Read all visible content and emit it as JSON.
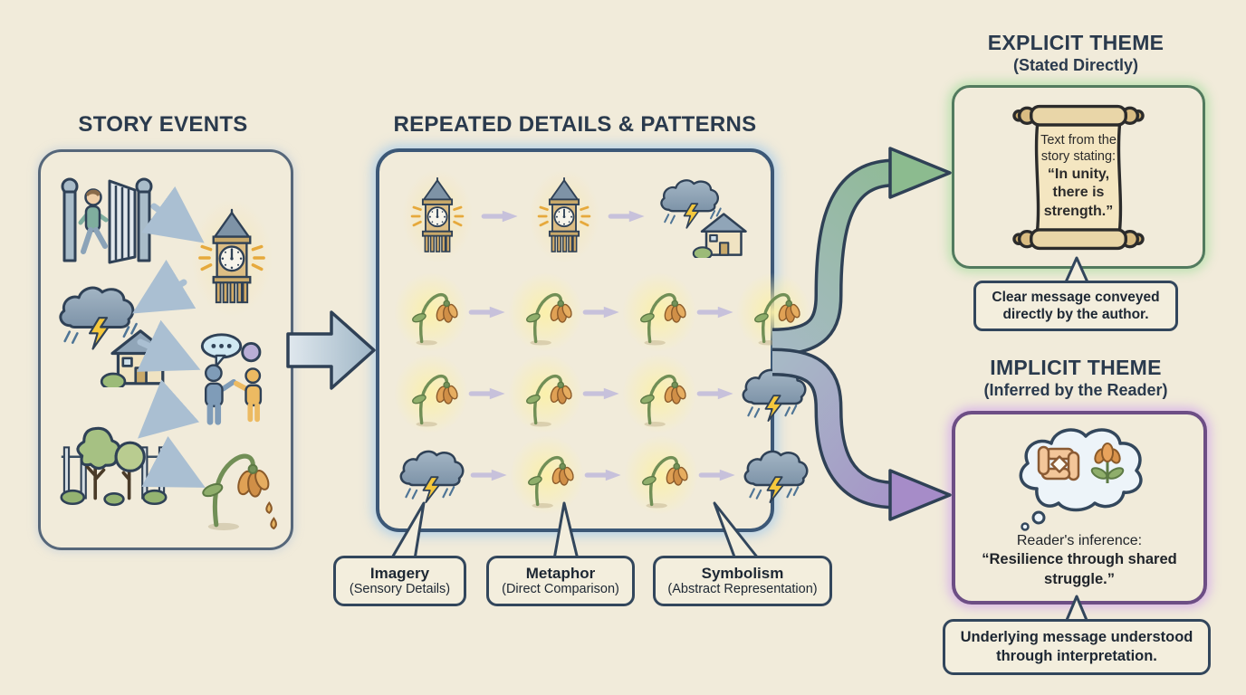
{
  "left_panel": {
    "title": "STORY EVENTS",
    "sequence_icons": [
      "walker-gate",
      "clock-tower",
      "storm-house",
      "talking-people",
      "trees-fence",
      "wilted-flower"
    ]
  },
  "middle_panel": {
    "title": "REPEATED DETAILS & PATTERNS",
    "grid": [
      [
        "clock-tower",
        "clock-tower",
        "storm-house"
      ],
      [
        "wilted-flower",
        "wilted-flower",
        "wilted-flower",
        "wilted-flower"
      ],
      [
        "wilted-flower",
        "wilted-flower",
        "wilted-flower",
        "storm-cloud"
      ],
      [
        "storm-cloud",
        "wilted-flower",
        "wilted-flower",
        "storm-cloud"
      ]
    ],
    "labels": [
      {
        "title": "Imagery",
        "subtitle": "(Sensory Details)"
      },
      {
        "title": "Metaphor",
        "subtitle": "(Direct Comparison)"
      },
      {
        "title": "Symbolism",
        "subtitle": "(Abstract Representation)"
      }
    ]
  },
  "explicit_theme": {
    "title": "EXPLICIT THEME",
    "subtitle": "(Stated Directly)",
    "scroll_intro": "Text from the story stating:",
    "scroll_quote": "“In unity, there is strength.”",
    "callout": "Clear message conveyed directly by the author."
  },
  "implicit_theme": {
    "title": "IMPLICIT THEME",
    "subtitle": "(Inferred by the Reader)",
    "inference_intro": "Reader's inference:",
    "inference_quote": "“Resilience through shared struggle.”",
    "callout": "Underlying message understood through interpretation."
  },
  "palette": {
    "background": "#f1ebda",
    "ink": "#2a3a4d",
    "panel_border_slate": "#3c5877",
    "explicit_green": "#527a5e",
    "implicit_purple": "#6d4e85",
    "arrow_slate": "#a7b9c6",
    "arrow_green": "#8cbb8f",
    "arrow_purple": "#a68cc8",
    "arrow_lavender": "#c7c1db",
    "glow_yellow": "#fbf0a8"
  }
}
